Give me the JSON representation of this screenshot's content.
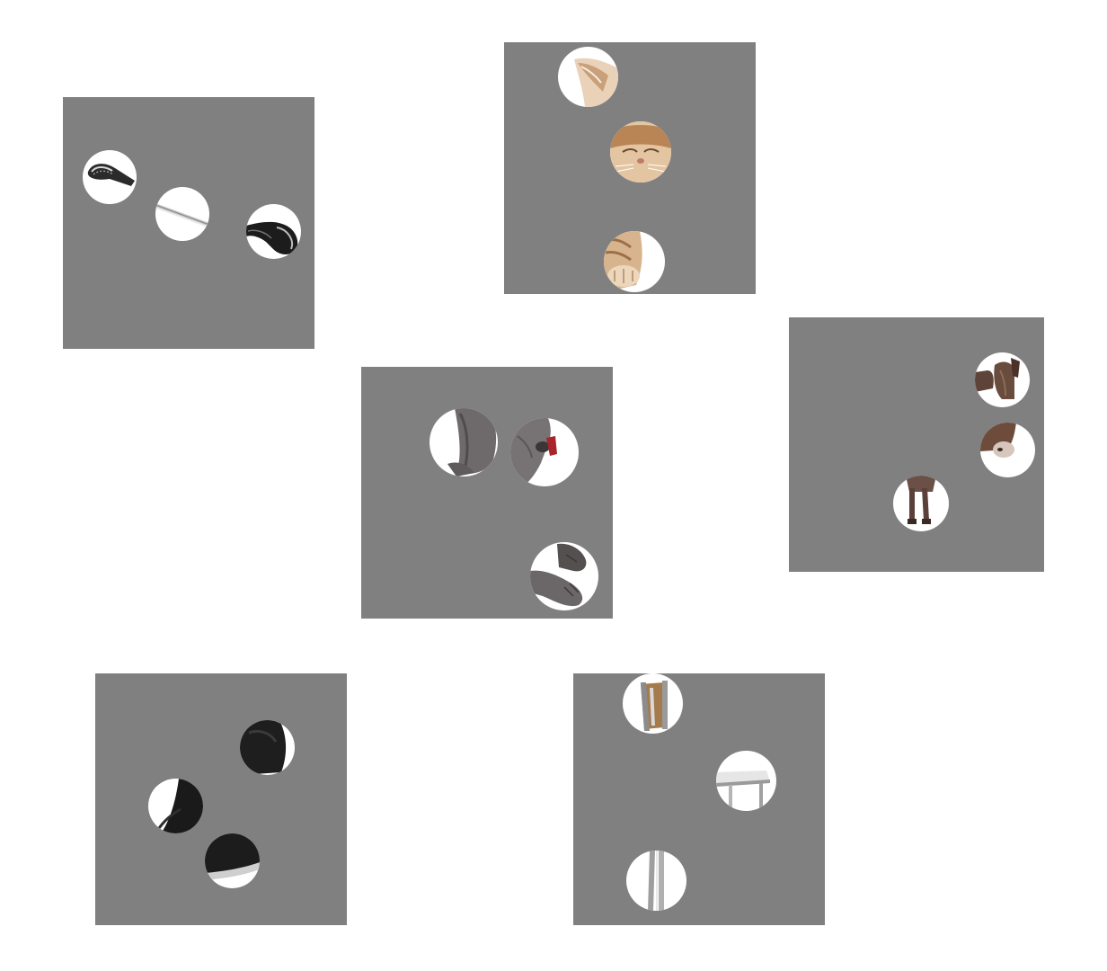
{
  "colors": {
    "background": "#ffffff",
    "panel": "#808080",
    "disc_backdrop": "#ffffff"
  },
  "puzzles": [
    {
      "subject": "spoon",
      "pieces": [
        "spoon-tip",
        "spoon-handle",
        "spoon-bowl"
      ]
    },
    {
      "subject": "cat",
      "pieces": [
        "cat-ear",
        "cat-face",
        "cat-paw"
      ]
    },
    {
      "subject": "dog",
      "pieces": [
        "dog-ear",
        "dog-nose",
        "dog-paws"
      ]
    },
    {
      "subject": "donkey",
      "pieces": [
        "donkey-ears",
        "donkey-muzzle",
        "donkey-legs"
      ]
    },
    {
      "subject": "shoe",
      "pieces": [
        "shoe-heel",
        "shoe-side",
        "shoe-sole"
      ]
    },
    {
      "subject": "chair",
      "pieces": [
        "chair-back",
        "chair-seat",
        "chair-leg"
      ]
    }
  ]
}
